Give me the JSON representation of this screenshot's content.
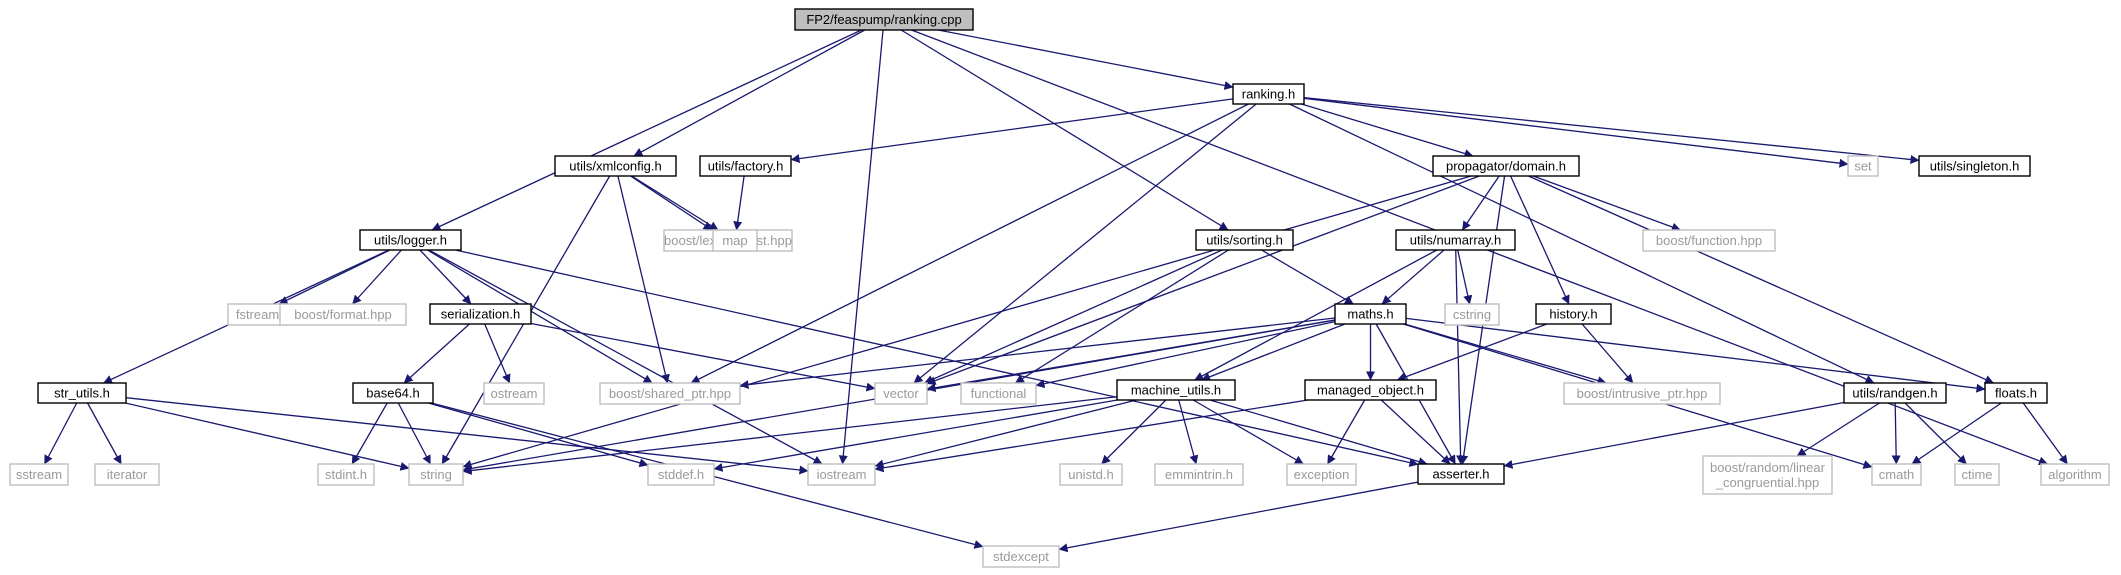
{
  "diagram": {
    "type": "include-dependency-graph",
    "colors": {
      "edge": "#191970",
      "root_fill": "#bfbfbf",
      "doc_stroke": "#000000",
      "doc_text": "#000000",
      "ext_stroke": "#bfbfbf",
      "ext_text": "#9a9a9a",
      "bg": "#ffffff"
    },
    "nodes": [
      {
        "id": "root",
        "label": "FP2/feaspump/ranking.cpp",
        "kind": "root"
      },
      {
        "id": "ranking_h",
        "label": "ranking.h",
        "kind": "doc"
      },
      {
        "id": "algorithm",
        "label": "algorithm",
        "kind": "ext"
      },
      {
        "id": "xmlconfig_h",
        "label": "utils/xmlconfig.h",
        "kind": "doc"
      },
      {
        "id": "factory_h",
        "label": "utils/factory.h",
        "kind": "doc"
      },
      {
        "id": "domain_h",
        "label": "propagator/domain.h",
        "kind": "doc"
      },
      {
        "id": "set",
        "label": "set",
        "kind": "ext"
      },
      {
        "id": "singleton_h",
        "label": "utils/singleton.h",
        "kind": "doc"
      },
      {
        "id": "lexical_cast",
        "label": "boost/lexical_cast.hpp",
        "kind": "ext"
      },
      {
        "id": "map",
        "label": "map",
        "kind": "ext"
      },
      {
        "id": "boost_function",
        "label": "boost/function.hpp",
        "kind": "ext"
      },
      {
        "id": "logger_h",
        "label": "utils/logger.h",
        "kind": "doc"
      },
      {
        "id": "sorting_h",
        "label": "utils/sorting.h",
        "kind": "doc"
      },
      {
        "id": "numarray_h",
        "label": "utils/numarray.h",
        "kind": "doc"
      },
      {
        "id": "fstream",
        "label": "fstream",
        "kind": "ext"
      },
      {
        "id": "boost_format",
        "label": "boost/format.hpp",
        "kind": "ext"
      },
      {
        "id": "serialization_h",
        "label": "serialization.h",
        "kind": "doc"
      },
      {
        "id": "maths_h",
        "label": "maths.h",
        "kind": "doc"
      },
      {
        "id": "cstring",
        "label": "cstring",
        "kind": "ext"
      },
      {
        "id": "history_h",
        "label": "history.h",
        "kind": "doc"
      },
      {
        "id": "str_utils_h",
        "label": "str_utils.h",
        "kind": "doc"
      },
      {
        "id": "base64_h",
        "label": "base64.h",
        "kind": "doc"
      },
      {
        "id": "ostream",
        "label": "ostream",
        "kind": "ext"
      },
      {
        "id": "shared_ptr",
        "label": "boost/shared_ptr.hpp",
        "kind": "ext"
      },
      {
        "id": "vector",
        "label": "vector",
        "kind": "ext"
      },
      {
        "id": "functional",
        "label": "functional",
        "kind": "ext"
      },
      {
        "id": "machine_utils_h",
        "label": "machine_utils.h",
        "kind": "doc"
      },
      {
        "id": "managed_object_h",
        "label": "managed_object.h",
        "kind": "doc"
      },
      {
        "id": "intrusive_ptr",
        "label": "boost/intrusive_ptr.hpp",
        "kind": "ext"
      },
      {
        "id": "randgen_h",
        "label": "utils/randgen.h",
        "kind": "doc"
      },
      {
        "id": "floats_h",
        "label": "floats.h",
        "kind": "doc"
      },
      {
        "id": "sstream",
        "label": "sstream",
        "kind": "ext"
      },
      {
        "id": "iterator",
        "label": "iterator",
        "kind": "ext"
      },
      {
        "id": "stdint_h",
        "label": "stdint.h",
        "kind": "ext"
      },
      {
        "id": "string",
        "label": "string",
        "kind": "ext"
      },
      {
        "id": "stddef_h",
        "label": "stddef.h",
        "kind": "ext"
      },
      {
        "id": "iostream",
        "label": "iostream",
        "kind": "ext"
      },
      {
        "id": "unistd_h",
        "label": "unistd.h",
        "kind": "ext"
      },
      {
        "id": "emmintrin_h",
        "label": "emmintrin.h",
        "kind": "ext"
      },
      {
        "id": "exception",
        "label": "exception",
        "kind": "ext"
      },
      {
        "id": "asserter_h",
        "label": "asserter.h",
        "kind": "doc"
      },
      {
        "id": "linear_congruential",
        "label": "boost/random/linear\n_congruential.hpp",
        "kind": "ext"
      },
      {
        "id": "cmath",
        "label": "cmath",
        "kind": "ext"
      },
      {
        "id": "ctime",
        "label": "ctime",
        "kind": "ext"
      },
      {
        "id": "stdexcept",
        "label": "stdexcept",
        "kind": "ext"
      }
    ],
    "edges": [
      [
        "root",
        "ranking_h"
      ],
      [
        "root",
        "algorithm"
      ],
      [
        "root",
        "xmlconfig_h"
      ],
      [
        "root",
        "logger_h"
      ],
      [
        "root",
        "sorting_h"
      ],
      [
        "root",
        "iostream"
      ],
      [
        "ranking_h",
        "factory_h"
      ],
      [
        "ranking_h",
        "domain_h"
      ],
      [
        "ranking_h",
        "set"
      ],
      [
        "ranking_h",
        "singleton_h"
      ],
      [
        "ranking_h",
        "shared_ptr"
      ],
      [
        "ranking_h",
        "vector"
      ],
      [
        "ranking_h",
        "randgen_h"
      ],
      [
        "xmlconfig_h",
        "lexical_cast"
      ],
      [
        "xmlconfig_h",
        "map"
      ],
      [
        "xmlconfig_h",
        "shared_ptr"
      ],
      [
        "xmlconfig_h",
        "string"
      ],
      [
        "factory_h",
        "map"
      ],
      [
        "domain_h",
        "numarray_h"
      ],
      [
        "domain_h",
        "boost_function"
      ],
      [
        "domain_h",
        "history_h"
      ],
      [
        "domain_h",
        "floats_h"
      ],
      [
        "domain_h",
        "asserter_h"
      ],
      [
        "domain_h",
        "vector"
      ],
      [
        "domain_h",
        "string"
      ],
      [
        "logger_h",
        "fstream"
      ],
      [
        "logger_h",
        "boost_format"
      ],
      [
        "logger_h",
        "serialization_h"
      ],
      [
        "logger_h",
        "str_utils_h"
      ],
      [
        "logger_h",
        "shared_ptr"
      ],
      [
        "logger_h",
        "iostream"
      ],
      [
        "logger_h",
        "asserter_h"
      ],
      [
        "sorting_h",
        "maths_h"
      ],
      [
        "sorting_h",
        "vector"
      ],
      [
        "sorting_h",
        "functional"
      ],
      [
        "numarray_h",
        "maths_h"
      ],
      [
        "numarray_h",
        "cstring"
      ],
      [
        "numarray_h",
        "machine_utils_h"
      ],
      [
        "numarray_h",
        "asserter_h"
      ],
      [
        "serialization_h",
        "base64_h"
      ],
      [
        "serialization_h",
        "ostream"
      ],
      [
        "serialization_h",
        "vector"
      ],
      [
        "maths_h",
        "shared_ptr"
      ],
      [
        "maths_h",
        "vector"
      ],
      [
        "maths_h",
        "functional"
      ],
      [
        "maths_h",
        "machine_utils_h"
      ],
      [
        "maths_h",
        "managed_object_h"
      ],
      [
        "maths_h",
        "intrusive_ptr"
      ],
      [
        "maths_h",
        "floats_h"
      ],
      [
        "maths_h",
        "asserter_h"
      ],
      [
        "maths_h",
        "cmath"
      ],
      [
        "maths_h",
        "string"
      ],
      [
        "history_h",
        "intrusive_ptr"
      ],
      [
        "history_h",
        "managed_object_h"
      ],
      [
        "str_utils_h",
        "sstream"
      ],
      [
        "str_utils_h",
        "iterator"
      ],
      [
        "str_utils_h",
        "string"
      ],
      [
        "str_utils_h",
        "iostream"
      ],
      [
        "base64_h",
        "stdint_h"
      ],
      [
        "base64_h",
        "string"
      ],
      [
        "base64_h",
        "stddef_h"
      ],
      [
        "base64_h",
        "stdexcept"
      ],
      [
        "machine_utils_h",
        "string"
      ],
      [
        "machine_utils_h",
        "stddef_h"
      ],
      [
        "machine_utils_h",
        "iostream"
      ],
      [
        "machine_utils_h",
        "unistd_h"
      ],
      [
        "machine_utils_h",
        "emmintrin_h"
      ],
      [
        "machine_utils_h",
        "exception"
      ],
      [
        "machine_utils_h",
        "asserter_h"
      ],
      [
        "managed_object_h",
        "iostream"
      ],
      [
        "managed_object_h",
        "exception"
      ],
      [
        "managed_object_h",
        "asserter_h"
      ],
      [
        "randgen_h",
        "linear_congruential"
      ],
      [
        "randgen_h",
        "cmath"
      ],
      [
        "randgen_h",
        "ctime"
      ],
      [
        "randgen_h",
        "asserter_h"
      ],
      [
        "floats_h",
        "cmath"
      ],
      [
        "floats_h",
        "algorithm"
      ],
      [
        "asserter_h",
        "stdexcept"
      ]
    ]
  }
}
